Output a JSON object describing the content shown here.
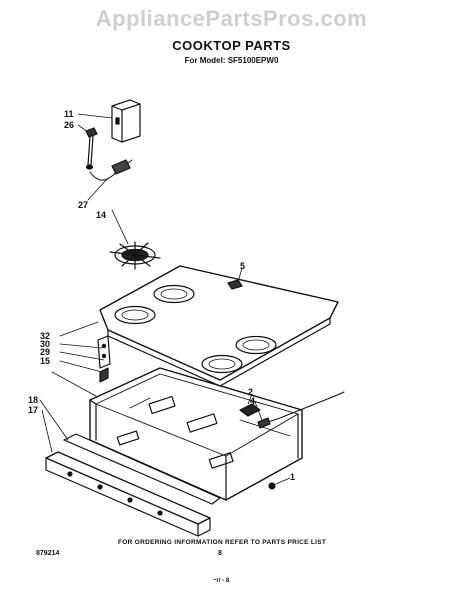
{
  "watermark": "AppliancePartsPros.com",
  "title": "COOKTOP PARTS",
  "model": "For Model: SF5100EPW0",
  "part_labels": [
    "11",
    "26",
    "27",
    "14",
    "5",
    "32",
    "30",
    "29",
    "15",
    "18",
    "17",
    "2",
    "4",
    "1"
  ],
  "footer": {
    "note": "FOR ORDERING INFORMATION REFER TO PARTS PRICE LIST",
    "code": "879214",
    "page": "8",
    "mark": "~r/ - 8"
  }
}
